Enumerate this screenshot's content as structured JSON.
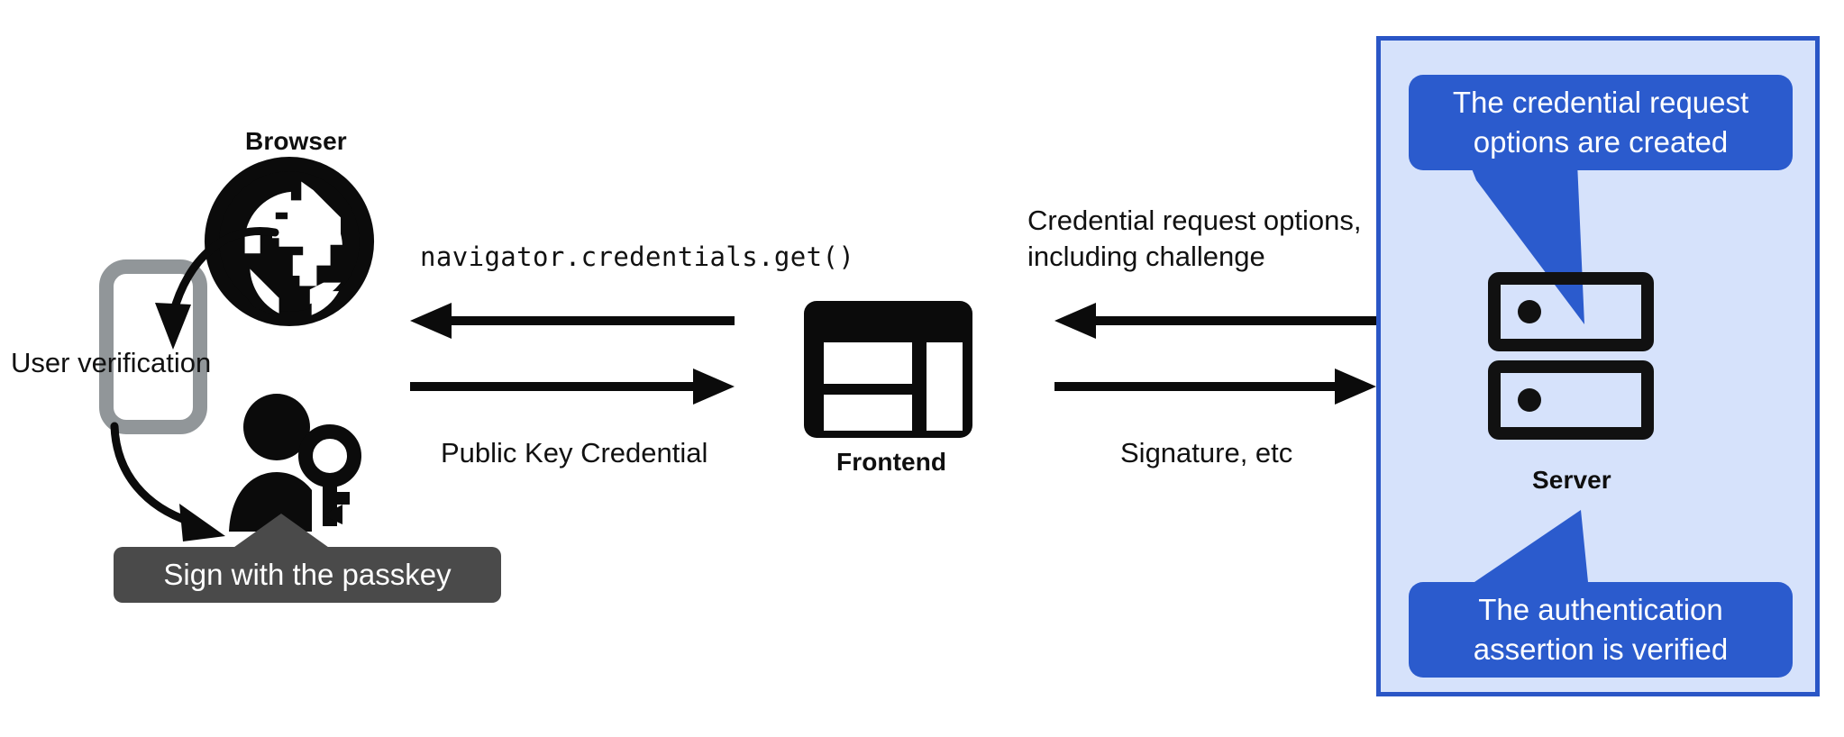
{
  "diagram": {
    "title": "WebAuthn passkey authentication flow",
    "background": "#ffffff"
  },
  "colors": {
    "panel_fill": "#d6e2fb",
    "panel_border": "#2a56c6",
    "callout_blue": "#2b5bcd",
    "tooltip_gray": "#4a4a4a",
    "ink_black": "#111111",
    "phone_gray": "#919699"
  },
  "nodes": {
    "browser": {
      "label": "Browser",
      "icon": "globe-icon"
    },
    "phone": {
      "icon": "phone-icon"
    },
    "user": {
      "icon": "user-with-key-icon"
    },
    "frontend": {
      "label": "Frontend",
      "icon": "frontend-layout-icon"
    },
    "server": {
      "label": "Server",
      "icon": "server-rack-icon"
    }
  },
  "annotations": {
    "user_verification": "User verification",
    "passkey_tooltip": "Sign with the passkey"
  },
  "edges": {
    "browser_to_frontend": {
      "label": "navigator.credentials.get()",
      "direction": "left",
      "style": "monospace"
    },
    "frontend_to_browser": {
      "label": "Public Key Credential",
      "direction": "right",
      "style": "plain"
    },
    "server_to_frontend": {
      "label_line1": "Credential request options,",
      "label_line2": "including challenge",
      "direction": "left",
      "style": "plain"
    },
    "frontend_to_server": {
      "label": "Signature, etc",
      "direction": "right",
      "style": "plain"
    }
  },
  "callouts": {
    "top": {
      "line1": "The credential request",
      "line2": "options are created"
    },
    "bottom": {
      "line1": "The authentication",
      "line2": "assertion is verified"
    }
  }
}
